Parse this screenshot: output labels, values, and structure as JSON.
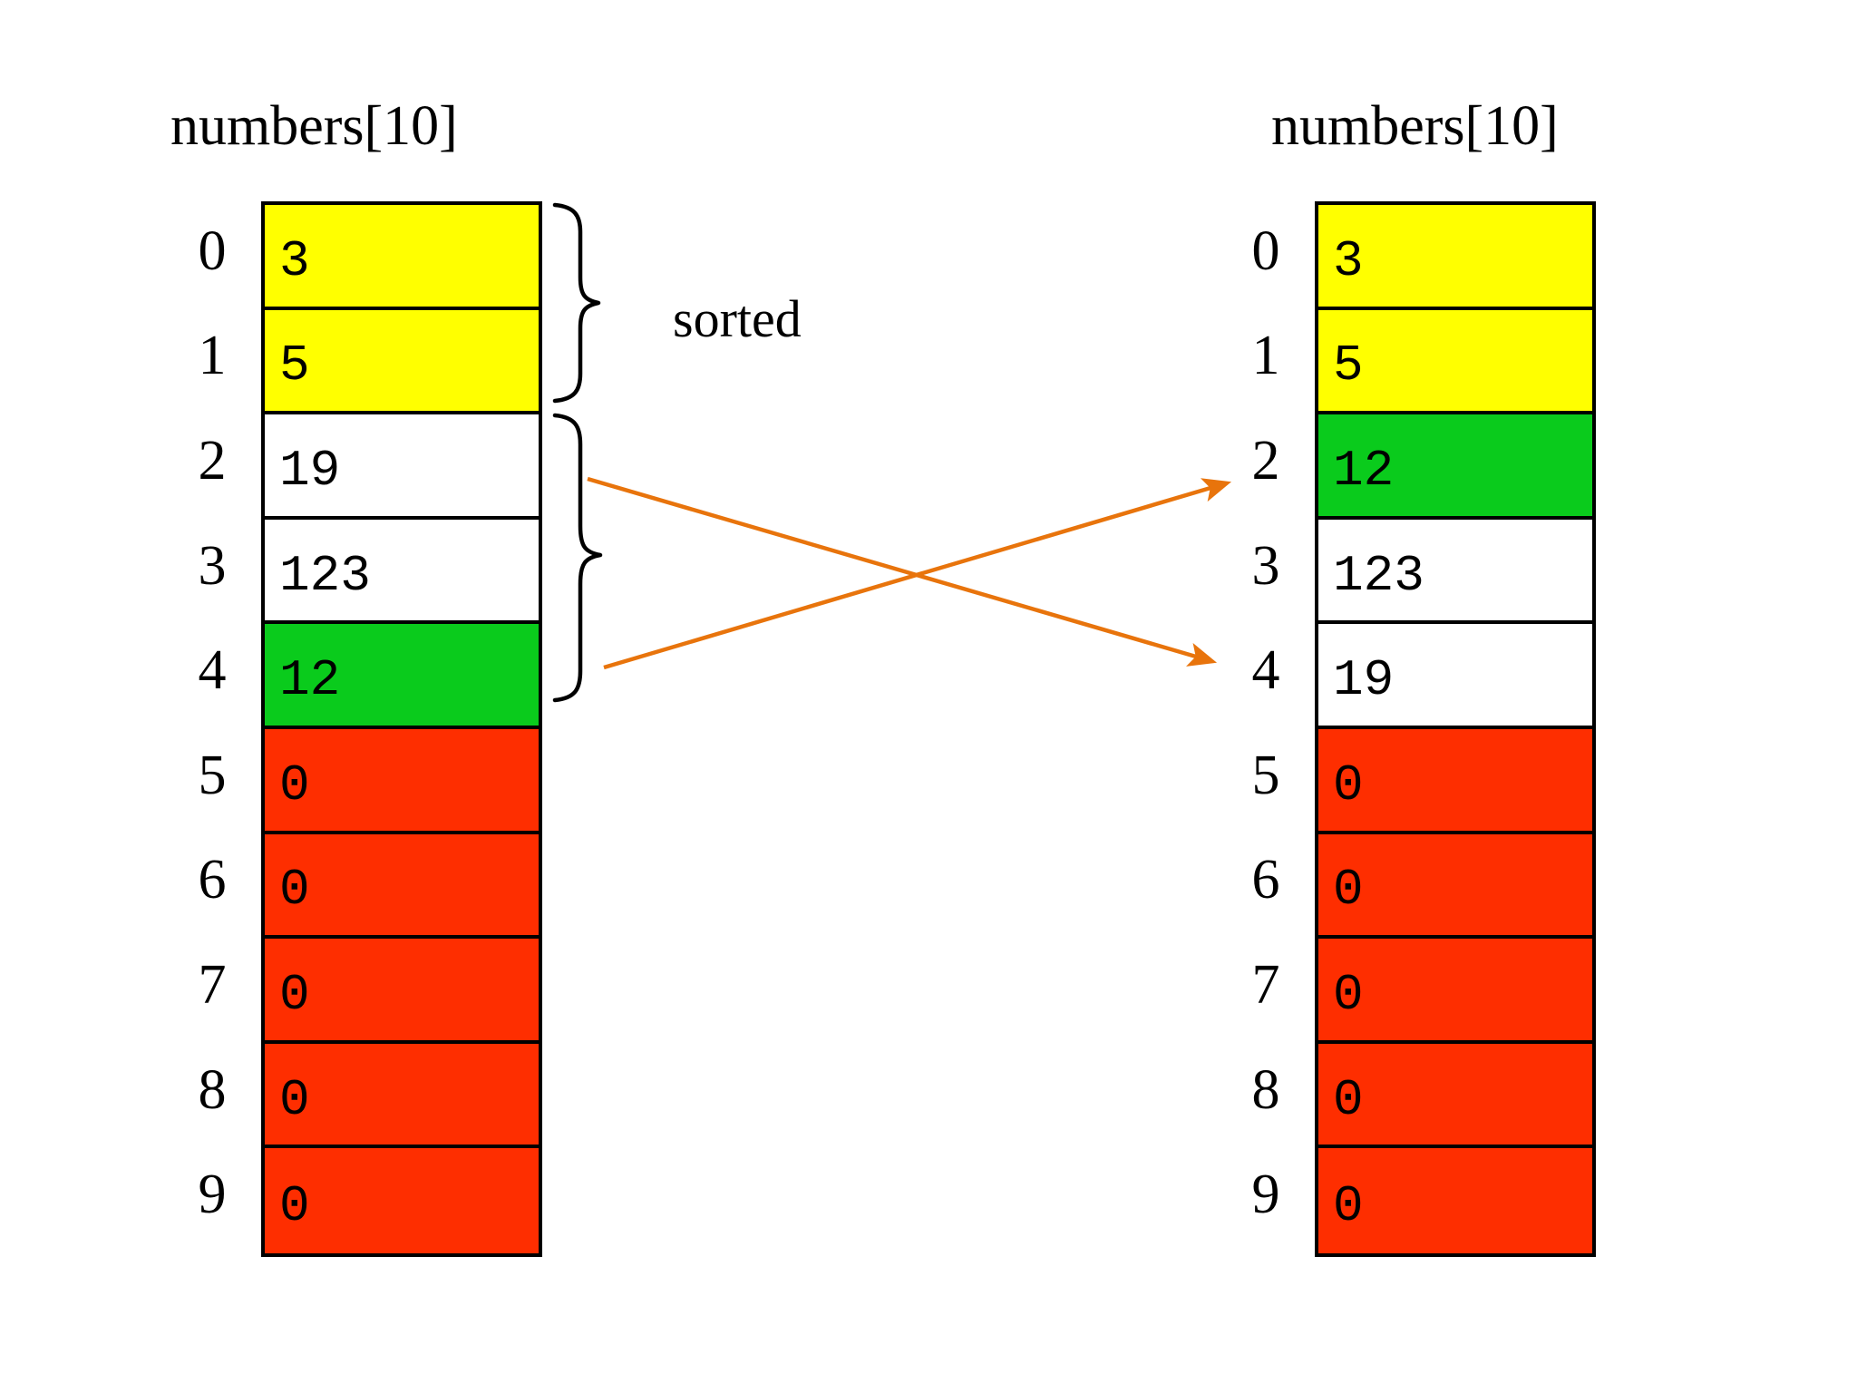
{
  "left_array": {
    "title": "numbers[10]",
    "cells": [
      {
        "index": "0",
        "value": "3",
        "color": "#FFFF00",
        "fill": "fill-yellow"
      },
      {
        "index": "1",
        "value": "5",
        "color": "#FFFF00",
        "fill": "fill-yellow"
      },
      {
        "index": "2",
        "value": "19",
        "color": "#FFFFFF",
        "fill": "fill-white"
      },
      {
        "index": "3",
        "value": "123",
        "color": "#FFFFFF",
        "fill": "fill-white"
      },
      {
        "index": "4",
        "value": "12",
        "color": "#0ACB1C",
        "fill": "fill-green"
      },
      {
        "index": "5",
        "value": "0",
        "color": "#FE2E00",
        "fill": "fill-red"
      },
      {
        "index": "6",
        "value": "0",
        "color": "#FE2E00",
        "fill": "fill-red"
      },
      {
        "index": "7",
        "value": "0",
        "color": "#FE2E00",
        "fill": "fill-red"
      },
      {
        "index": "8",
        "value": "0",
        "color": "#FE2E00",
        "fill": "fill-red"
      },
      {
        "index": "9",
        "value": "0",
        "color": "#FE2E00",
        "fill": "fill-red"
      }
    ]
  },
  "right_array": {
    "title": "numbers[10]",
    "cells": [
      {
        "index": "0",
        "value": "3",
        "color": "#FFFF00",
        "fill": "fill-yellow"
      },
      {
        "index": "1",
        "value": "5",
        "color": "#FFFF00",
        "fill": "fill-yellow"
      },
      {
        "index": "2",
        "value": "12",
        "color": "#0ACB1C",
        "fill": "fill-green"
      },
      {
        "index": "3",
        "value": "123",
        "color": "#FFFFFF",
        "fill": "fill-white"
      },
      {
        "index": "4",
        "value": "19",
        "color": "#FFFFFF",
        "fill": "fill-white"
      },
      {
        "index": "5",
        "value": "0",
        "color": "#FE2E00",
        "fill": "fill-red"
      },
      {
        "index": "6",
        "value": "0",
        "color": "#FE2E00",
        "fill": "fill-red"
      },
      {
        "index": "7",
        "value": "0",
        "color": "#FE2E00",
        "fill": "fill-red"
      },
      {
        "index": "8",
        "value": "0",
        "color": "#FE2E00",
        "fill": "fill-red"
      },
      {
        "index": "9",
        "value": "0",
        "color": "#FE2E00",
        "fill": "fill-red"
      }
    ]
  },
  "annotations": {
    "sorted_label": "sorted",
    "brace_sorted_range": "0-1",
    "brace_unsorted_range": "2-4"
  },
  "colors": {
    "yellow": "#FFFF00",
    "green": "#0ACB1C",
    "red": "#FE2E00",
    "white": "#FFFFFF",
    "border": "#000000",
    "arrow": "#E8740C",
    "text": "#000000"
  }
}
